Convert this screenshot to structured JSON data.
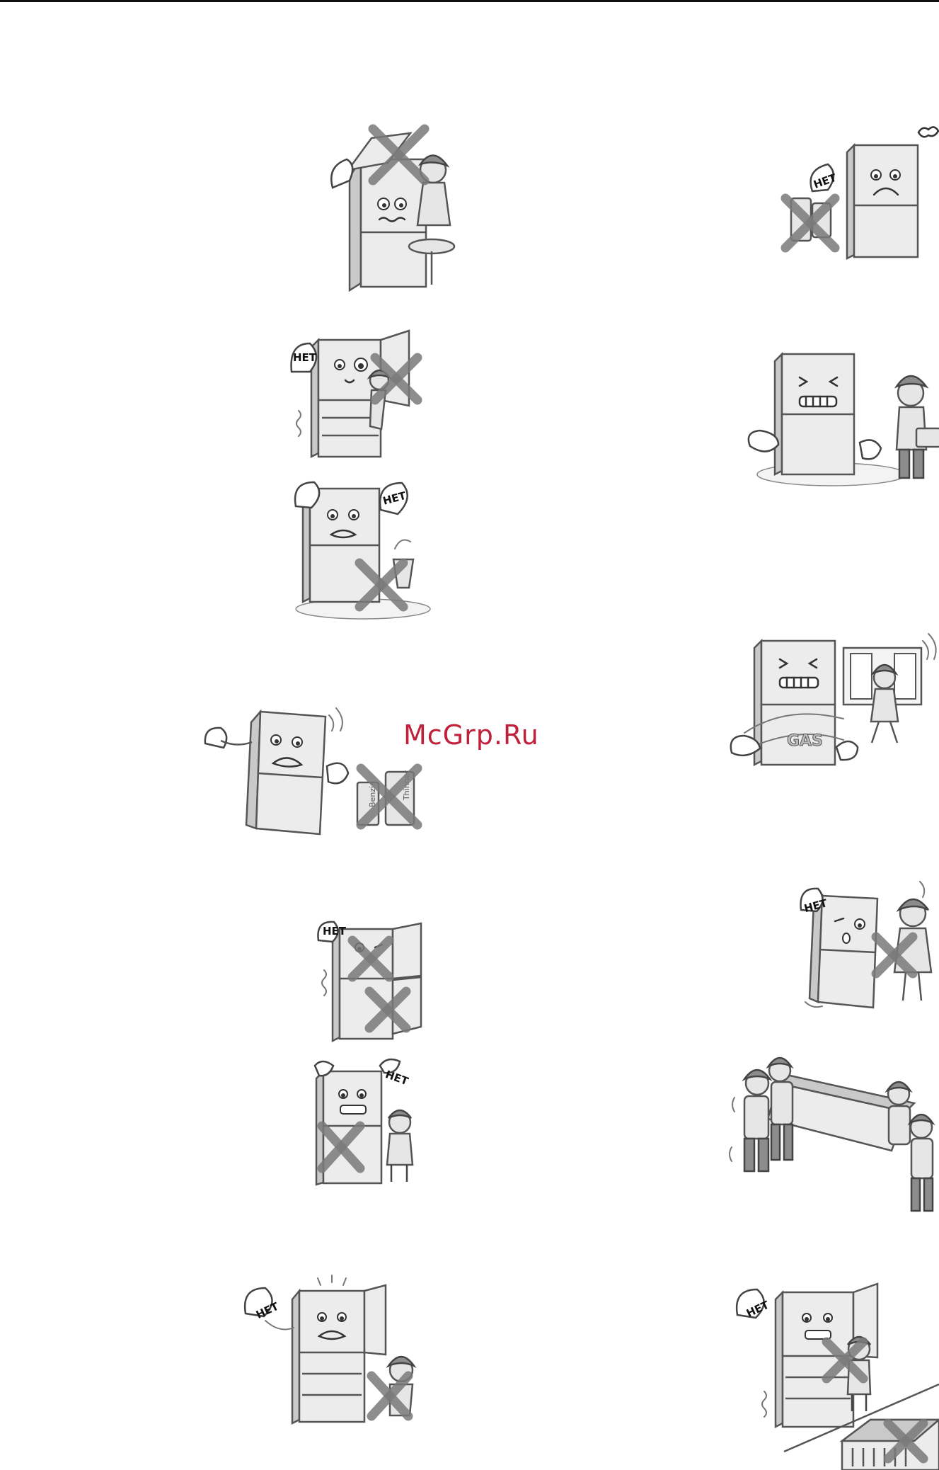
{
  "badge_label": "НЕТ",
  "gas_label": "GAS",
  "can_labels": [
    "Benzin",
    "Thinner"
  ],
  "watermark": "McGrp.Ru"
}
